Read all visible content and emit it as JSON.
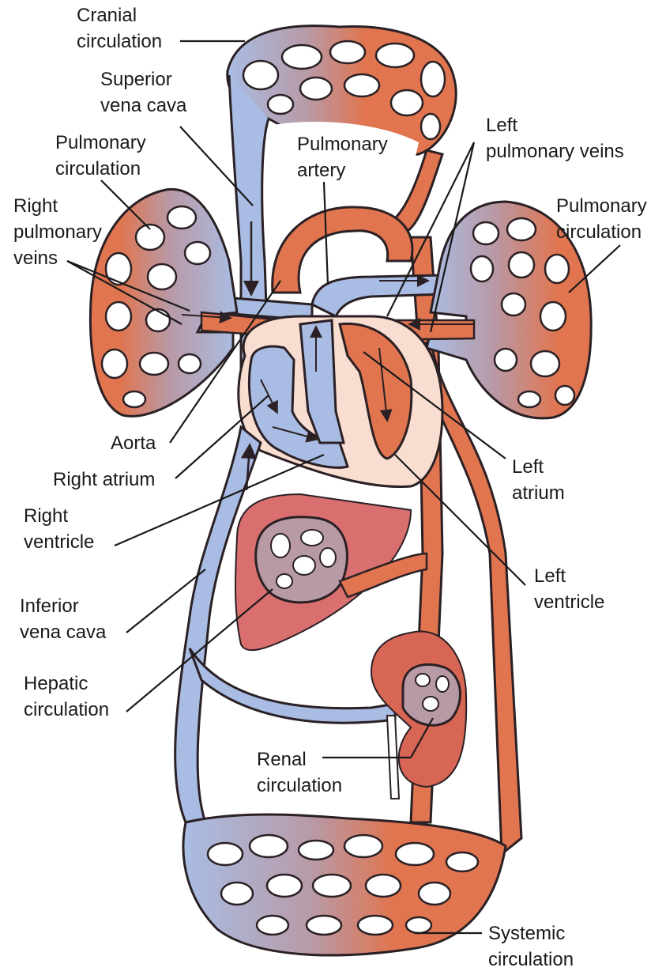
{
  "colors": {
    "oxygenated": "#e07550",
    "deoxygenated": "#a9bde4",
    "mixed": "#b89aa7",
    "outline": "#2b2024",
    "liver": "#d96f6e",
    "kidney": "#d86655",
    "heart_wall": "#f8ddd0",
    "leader": "#1a1a1a"
  },
  "labels": {
    "cranial": {
      "line1": "Cranial",
      "line2": "circulation"
    },
    "superior_vena_cava": {
      "line1": "Superior",
      "line2": "vena cava"
    },
    "pulmonary_circulation_left": {
      "line1": "Pulmonary",
      "line2": "circulation"
    },
    "right_pulmonary_veins": {
      "line1": "Right",
      "line2": "pulmonary",
      "line3": "veins"
    },
    "pulmonary_artery": {
      "line1": "Pulmonary",
      "line2": "artery"
    },
    "left_pulmonary_veins": {
      "line1": "Left",
      "line2": "pulmonary veins"
    },
    "pulmonary_circulation_right": {
      "line1": "Pulmonary",
      "line2": "circulation"
    },
    "aorta": {
      "line1": "Aorta"
    },
    "right_atrium": {
      "line1": "Right atrium"
    },
    "right_ventricle": {
      "line1": "Right",
      "line2": "ventricle"
    },
    "left_atrium": {
      "line1": "Left",
      "line2": "atrium"
    },
    "left_ventricle": {
      "line1": "Left",
      "line2": "ventricle"
    },
    "inferior_vena_cava": {
      "line1": "Inferior",
      "line2": "vena cava"
    },
    "hepatic": {
      "line1": "Hepatic",
      "line2": "circulation"
    },
    "renal": {
      "line1": "Renal",
      "line2": "circulation"
    },
    "systemic": {
      "line1": "Systemic",
      "line2": "circulation"
    }
  }
}
